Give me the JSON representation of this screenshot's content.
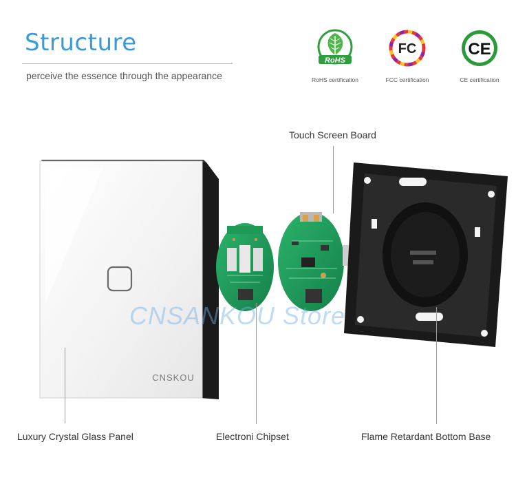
{
  "header": {
    "title": "Structure",
    "subtitle": "perceive the essence through the appearance"
  },
  "certifications": [
    {
      "name": "RoHS certification",
      "logo_text": "RoHS",
      "icon": "rohs-leaf-icon",
      "color": "#2e9e3e"
    },
    {
      "name": "FCC certification",
      "logo_text": "FC",
      "icon": "fcc-icon",
      "color": "#222222"
    },
    {
      "name": "CE certification",
      "logo_text": "CE",
      "icon": "ce-icon",
      "color": "#2a9a3a"
    }
  ],
  "product": {
    "brand_mark": "CNSKOU",
    "watermark": "CNSANKOU Store"
  },
  "labels": {
    "touch_board": "Touch Screen Board",
    "glass_panel": "Luxury Crystal Glass Panel",
    "chipset": "Electroni Chipset",
    "bottom_base": "Flame Retardant Bottom Base"
  },
  "colors": {
    "accent": "#3a9ad9",
    "pcb_green": "#1f9a56",
    "base_black": "#1a1a1a"
  }
}
